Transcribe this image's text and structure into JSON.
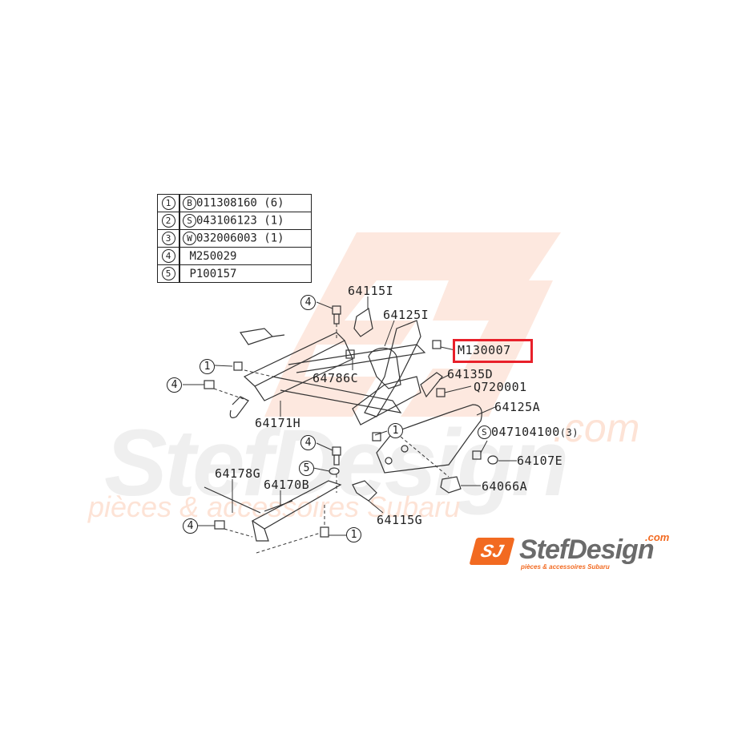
{
  "legend": {
    "rows": [
      {
        "num": "1",
        "prefix": "B",
        "part": "011308160",
        "qty": "(6)"
      },
      {
        "num": "2",
        "prefix": "S",
        "part": "043106123",
        "qty": "(1)"
      },
      {
        "num": "3",
        "prefix": "W",
        "part": "032006003",
        "qty": "(1)"
      },
      {
        "num": "4",
        "prefix": "",
        "part": "M250029",
        "qty": ""
      },
      {
        "num": "5",
        "prefix": "",
        "part": "P100157",
        "qty": ""
      }
    ]
  },
  "part_labels": {
    "p64115I": "64115I",
    "p64125I": "64125I",
    "p64786C": "64786C",
    "pM130007": "M130007",
    "p64135D": "64135D",
    "pQ720001": "Q720001",
    "p64125A": "64125A",
    "p047104100": "047104100",
    "p047104100_qty": "(3)",
    "p047104100_prefix": "S",
    "p64107E": "64107E",
    "p64066A": "64066A",
    "p64171H": "64171H",
    "p64178G": "64178G",
    "p64170B": "64170B",
    "p64115G": "64115G"
  },
  "callouts": {
    "c4_top": "4",
    "c1_left": "1",
    "c4_left": "4",
    "c1_mid": "1",
    "c4_mid": "4",
    "c5_mid": "5",
    "c4_bottom": "4",
    "c1_bottom": "1"
  },
  "highlight": {
    "part": "M130007",
    "color": "#e8202a"
  },
  "watermark": {
    "brand": "StefDesign",
    "com": ".com",
    "tagline": "pièces & accessoires Subaru",
    "color_gray": "#ececec",
    "color_orange": "#fde3d6"
  },
  "logo": {
    "mark": "SJ",
    "name": "StefDesign",
    "com": ".com",
    "tagline": "pièces & accessoires Subaru",
    "accent": "#f26a21"
  }
}
